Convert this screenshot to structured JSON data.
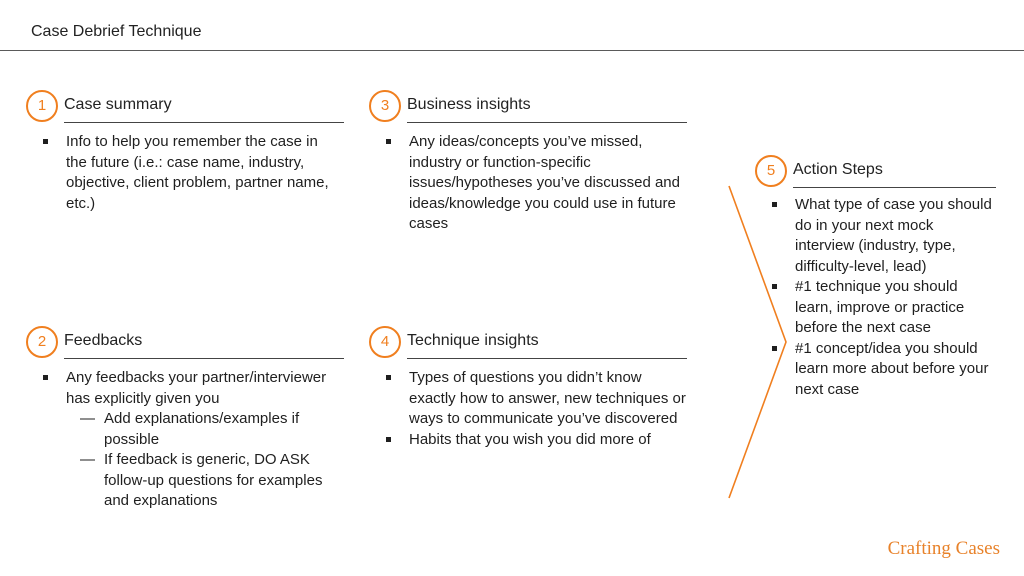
{
  "page": {
    "title": "Case Debrief Technique"
  },
  "sections": [
    {
      "number": "1",
      "title": "Case summary",
      "bullets": [
        {
          "text": "Info to help you remember  the case in the future (i.e.: case name, industry, objective, client problem, partner name, etc.)"
        }
      ]
    },
    {
      "number": "2",
      "title": "Feedbacks",
      "bullets": [
        {
          "text": "Any feedbacks your partner/interviewer has explicitly given you",
          "sub": [
            "Add explanations/examples  if possible",
            "If feedback is generic, DO ASK follow-up questions for examples and explanations"
          ]
        }
      ]
    },
    {
      "number": "3",
      "title": "Business insights",
      "bullets": [
        {
          "text": "Any ideas/concepts you’ve missed, industry or function-specific issues/hypotheses you’ve discussed and ideas/knowledge you could use in future cases"
        }
      ]
    },
    {
      "number": "4",
      "title": "Technique insights",
      "bullets": [
        {
          "text": "Types of questions you didn’t know exactly how to answer, new techniques or ways to communicate you’ve discovered"
        },
        {
          "text": "Habits that you wish you did more of"
        }
      ]
    },
    {
      "number": "5",
      "title": "Action Steps",
      "bullets": [
        {
          "text": "What type of case you should do in your next mock interview (industry, type, difficulty-level, lead)"
        },
        {
          "text": "#1 technique you should learn, improve or practice before the next case"
        },
        {
          "text": "#1 concept/idea you should learn more about before your next case"
        }
      ]
    }
  ],
  "brand": {
    "name": "Crafting Cases"
  },
  "colors": {
    "accent": "#f07f1f",
    "rule": "#444444",
    "text": "#1f1f1f"
  }
}
